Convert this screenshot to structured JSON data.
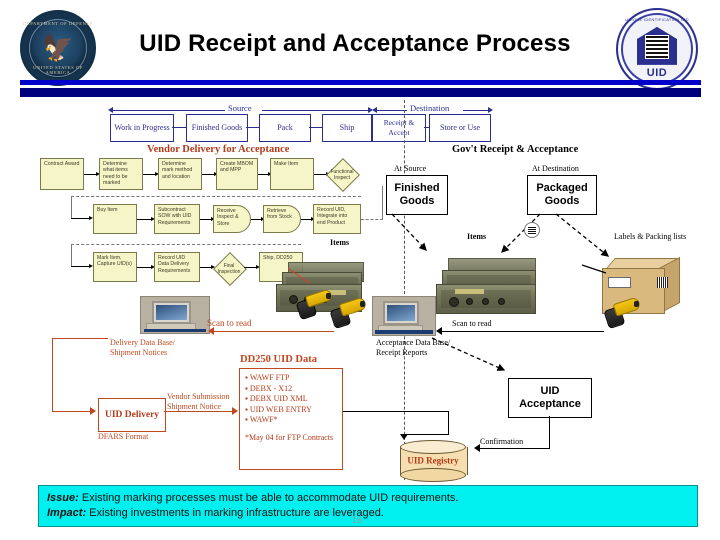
{
  "header": {
    "title": "UID Receipt and Acceptance Process",
    "dod_seal_top_text": "DEPARTMENT OF DEFENSE",
    "dod_seal_bottom_text": "UNITED STATES OF AMERICA",
    "uid_seal_word": "UID",
    "uid_seal_arc": "UNIQUE IDENTIFICATION  UID"
  },
  "top_strip": {
    "source_label": "Source",
    "destination_label": "Destination",
    "boxes": [
      {
        "label": "Work in Progress"
      },
      {
        "label": "Finished Goods"
      },
      {
        "label": "Pack"
      },
      {
        "label": "Ship"
      },
      {
        "label": "Receipt & Accept"
      },
      {
        "label": "Store or Use"
      }
    ]
  },
  "phase_labels": {
    "vendor": "Vendor Delivery for Acceptance",
    "government": "Gov't Receipt & Acceptance"
  },
  "process_flow": {
    "row1": [
      {
        "label": "Contract Award"
      },
      {
        "label": "Determine what items need to be marked"
      },
      {
        "label": "Determine mark method and location"
      },
      {
        "label": "Create MBOM and MPP"
      },
      {
        "label": "Make Item"
      },
      {
        "label": "Functional Inspect"
      }
    ],
    "row2": [
      {
        "label": "Buy Item"
      },
      {
        "label": "Subcontract SOW with UID Requirements"
      },
      {
        "label": "Receive Inspect & Store"
      },
      {
        "label": "Retrieve from Stock"
      },
      {
        "label": "Record UID, Integrate into end Product"
      }
    ],
    "row3": [
      {
        "label": "Mark Item, Capture UID(s)"
      },
      {
        "label": "Record UID Data Delivery Requirements"
      },
      {
        "label": "Final Inspection"
      },
      {
        "label": "Ship, DD250"
      }
    ]
  },
  "right_panel": {
    "at_source_caption": "At Source",
    "finished_goods": "Finished Goods",
    "at_destination_caption": "At Destination",
    "packaged_goods": "Packaged Goods",
    "items_label_left": "Items",
    "items_label_right": "Items",
    "labels_packing": "Labels & Packing lists",
    "scan_to_read_left": "Scan to read",
    "scan_to_read_right": "Scan to read"
  },
  "bottom_left": {
    "delivery_db_caption": "Delivery Data Base/ Shipment Notices",
    "uid_delivery": "UID Delivery",
    "dfars_format": "DFARS Format",
    "vendor_submission": "Vendor Submission Shipment Notice",
    "dd250_title": "DD250 UID Data",
    "dd250_items": [
      "WAWF FTP",
      "DEBX - X12",
      "DEBX   UID XML",
      "UID WEB ENTRY",
      "WAWF*"
    ],
    "dd250_note": "*May 04 for FTP Contracts"
  },
  "bottom_right": {
    "acceptance_db_caption": "Acceptance Data Base/ Receipt Reports",
    "uid_acceptance": "UID Acceptance",
    "uid_registry": "UID Registry",
    "confirmation": "Confirmation"
  },
  "banner": {
    "issue_label": "Issue:",
    "issue_text": " Existing marking processes must be able to accommodate UID requirements.",
    "impact_label": "Impact:",
    "impact_text": " Existing investments in marking infrastructure are leveraged.",
    "background_color": "#00f0f0"
  },
  "page_number": "16",
  "colors": {
    "navy_bar_light": "#0000c8",
    "navy_bar_dark": "#00007e",
    "process_box_fill": "#f5f5c8",
    "accent_red": "#c1471f",
    "seal_blue": "#2b2f8f"
  }
}
